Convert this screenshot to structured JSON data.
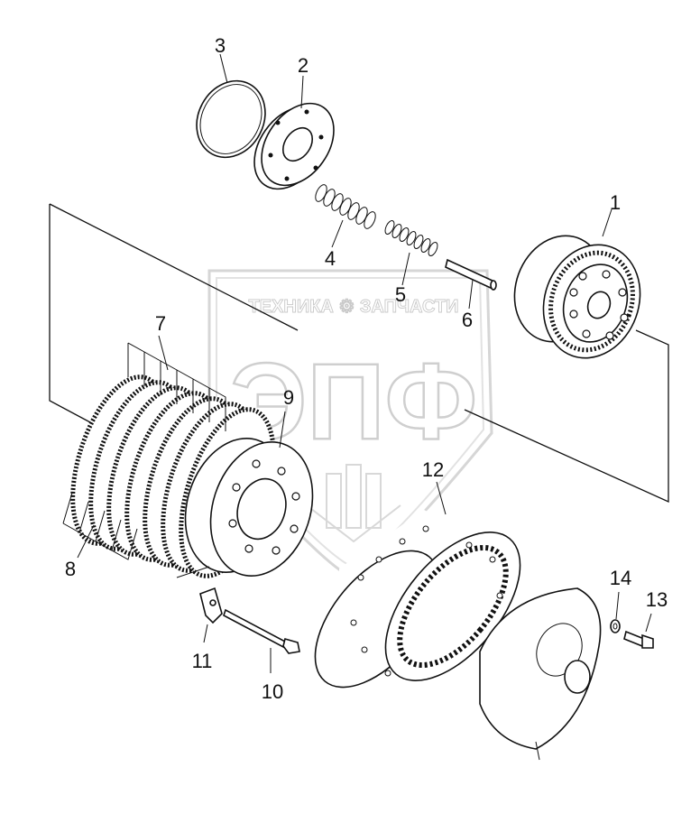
{
  "watermark": {
    "line": "ТЕХНИКА ⚙ ЗАПЧАСТИ",
    "logo": "ЭПФ"
  },
  "callouts": [
    {
      "id": "1",
      "text": "1"
    },
    {
      "id": "2",
      "text": "2"
    },
    {
      "id": "3",
      "text": "3"
    },
    {
      "id": "4",
      "text": "4"
    },
    {
      "id": "5",
      "text": "5"
    },
    {
      "id": "6",
      "text": "6"
    },
    {
      "id": "7",
      "text": "7"
    },
    {
      "id": "8",
      "text": "8"
    },
    {
      "id": "9",
      "text": "9"
    },
    {
      "id": "10",
      "text": "10"
    },
    {
      "id": "11",
      "text": "11"
    },
    {
      "id": "12",
      "text": "12"
    },
    {
      "id": "13",
      "text": "13"
    },
    {
      "id": "14",
      "text": "14"
    }
  ]
}
